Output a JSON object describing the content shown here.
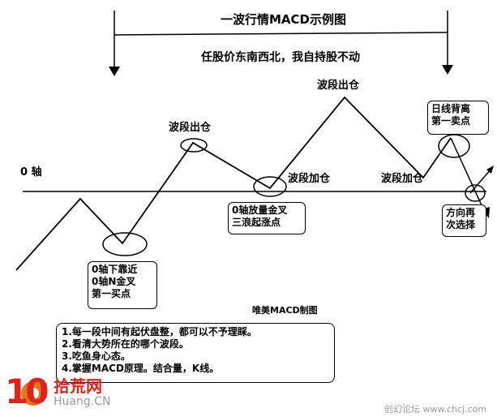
{
  "header": {
    "title": "一波行情MACD示例图",
    "subtitle": "任股价东南西北，我自持股不动"
  },
  "labels": {
    "zero_axis": "0 轴",
    "band_out_1": "波段出仓",
    "band_out_2": "波段出仓",
    "band_add_1": "波段加仓",
    "band_add_2": "波段加仓",
    "author": "唯美MACD制图"
  },
  "callouts": {
    "first_buy": [
      "0轴下靠近",
      "0轴N金叉",
      "第一买点"
    ],
    "zero_gold": [
      "0轴放量金叉",
      "三浪起涨点"
    ],
    "first_sell": [
      "日线背离",
      "第一卖点"
    ],
    "direction": [
      "方向再",
      "次选择"
    ]
  },
  "notes": [
    "1.每一段中间有起伏盘整，都可以不予理睬。",
    "2.看清大势所在的哪个波段。",
    "3.吃鱼身心态。",
    "4.掌握MACD原理。结合量，K线。"
  ],
  "watermark": {
    "logo_number": "10",
    "logo_text": "拾荒网",
    "logo_domain": "Huang.CN",
    "footer": "创幻论坛 www.chcj.com"
  },
  "colors": {
    "line": "#000000",
    "logo_red": "#d9251c",
    "logo_gear": "#e8731a",
    "watermark_gray": "#9a9a9a"
  }
}
